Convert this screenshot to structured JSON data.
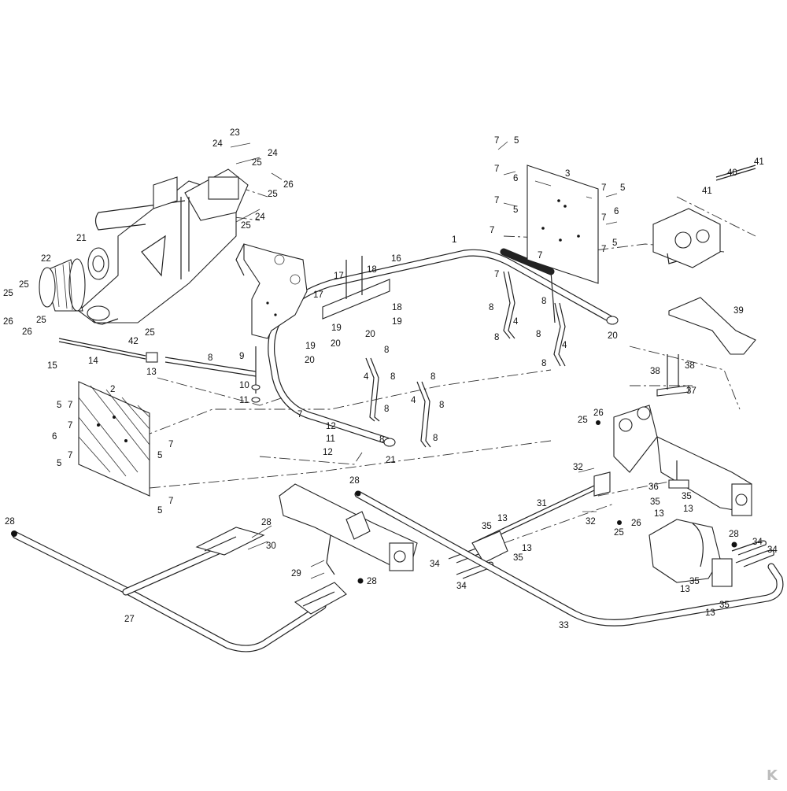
{
  "diagram": {
    "callouts": [
      "1",
      "2",
      "3",
      "4",
      "4",
      "4",
      "4",
      "5",
      "5",
      "5",
      "5",
      "5",
      "5",
      "5",
      "5",
      "6",
      "6",
      "6",
      "7",
      "7",
      "7",
      "7",
      "7",
      "7",
      "7",
      "7",
      "7",
      "7",
      "7",
      "7",
      "7",
      "7",
      "7",
      "8",
      "8",
      "8",
      "8",
      "8",
      "8",
      "8",
      "8",
      "8",
      "8",
      "8",
      "8",
      "8",
      "9",
      "10",
      "11",
      "11",
      "12",
      "12",
      "13",
      "13",
      "13",
      "13",
      "13",
      "13",
      "13",
      "14",
      "15",
      "16",
      "17",
      "17",
      "18",
      "18",
      "19",
      "19",
      "19",
      "20",
      "20",
      "20",
      "20",
      "21",
      "21",
      "22",
      "23",
      "24",
      "24",
      "24",
      "25",
      "25",
      "25",
      "25",
      "25",
      "25",
      "25",
      "25",
      "25",
      "26",
      "26",
      "26",
      "26",
      "26",
      "27",
      "28",
      "28",
      "28",
      "28",
      "28",
      "29",
      "30",
      "31",
      "32",
      "32",
      "33",
      "34",
      "34",
      "34",
      "34",
      "35",
      "35",
      "35",
      "35",
      "35",
      "35",
      "36",
      "37",
      "38",
      "38",
      "39",
      "40",
      "41",
      "41",
      "42"
    ]
  },
  "watermark": {
    "text": "K"
  }
}
